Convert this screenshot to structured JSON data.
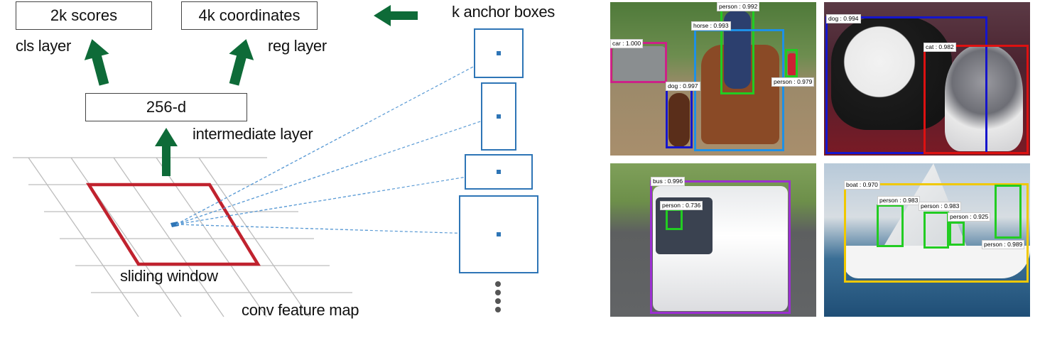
{
  "diagram": {
    "boxes": {
      "cls_box": "2k scores",
      "reg_box": "4k coordinates",
      "mid_box": "256-d"
    },
    "labels": {
      "cls_layer": "cls layer",
      "reg_layer": "reg layer",
      "intermediate_layer": "intermediate layer",
      "sliding_window": "sliding window",
      "conv_feature_map": "conv feature map",
      "anchor_boxes": "k anchor boxes"
    },
    "colors": {
      "arrow": "#0e6b38",
      "window": "#c0222e",
      "anchor": "#2e75b6",
      "grid": "#bdbdbd"
    }
  },
  "photos": [
    {
      "name": "horse-scene",
      "detections": [
        {
          "label": "person : 0.992",
          "color": "#22cc22"
        },
        {
          "label": "horse : 0.993",
          "color": "#1e90e6"
        },
        {
          "label": "car : 1.000",
          "color": "#cc2288"
        },
        {
          "label": "dog : 0.997",
          "color": "#1515cc"
        },
        {
          "label": "person : 0.979",
          "color": "#22cc22"
        }
      ]
    },
    {
      "name": "pets-scene",
      "detections": [
        {
          "label": "dog : 0.994",
          "color": "#1515cc"
        },
        {
          "label": "cat : 0.982",
          "color": "#dd1111"
        }
      ]
    },
    {
      "name": "bus-scene",
      "detections": [
        {
          "label": "bus : 0.996",
          "color": "#9b30d0"
        },
        {
          "label": "person : 0.736",
          "color": "#22cc22"
        }
      ]
    },
    {
      "name": "boat-scene",
      "detections": [
        {
          "label": "boat : 0.970",
          "color": "#f0c800"
        },
        {
          "label": "person : 0.983",
          "color": "#22cc22"
        },
        {
          "label": "person : 0.983",
          "color": "#22cc22"
        },
        {
          "label": "person : 0.925",
          "color": "#22cc22"
        },
        {
          "label": "person : 0.989",
          "color": "#22cc22"
        }
      ]
    }
  ]
}
